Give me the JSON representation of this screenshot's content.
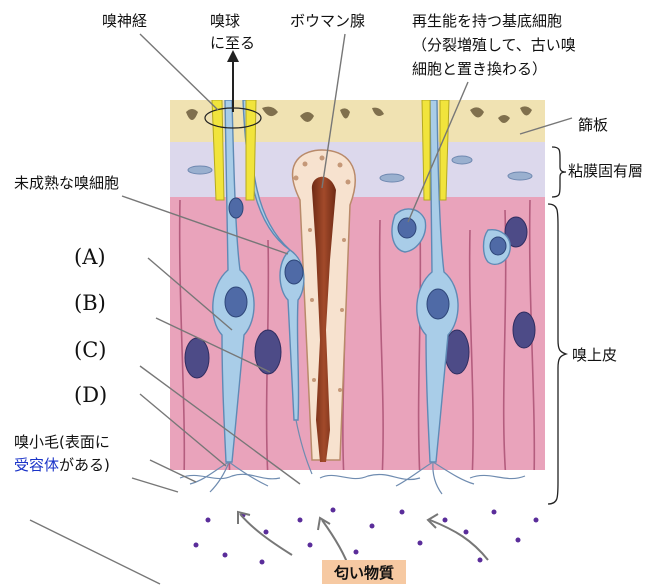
{
  "labels": {
    "olfactory_nerve": "嗅神経",
    "to_bulb_line1": "嗅球",
    "to_bulb_line2": "に至る",
    "bowman_gland": "ボウマン腺",
    "basal_line1": "再生能を持つ基底細胞",
    "basal_line2": "（分裂増殖して、古い嗅",
    "basal_line3": "細胞と置き換わる）",
    "cribriform_plate": "篩板",
    "lamina_propria": "粘膜固有層",
    "immature_cell": "未成熟な嗅細胞",
    "epithelium": "嗅上皮",
    "marker_a": "(A)",
    "marker_b": "(B)",
    "marker_c": "(C)",
    "marker_d": "(D)",
    "cilia_line1": "嗅小毛(表面に",
    "cilia_receptor": "受容体",
    "cilia_line2_rest": "がある)",
    "odor_substance": "匂い物質"
  },
  "colors": {
    "bone": "#f0e2b2",
    "lamina": "#dcd8ec",
    "epithelium_cell": "#e9a3bb",
    "cell_border": "#b45d7e",
    "neuron": "#a9cde8",
    "nucleus": "#4f6aa6",
    "support_nucleus": "#4d4b87",
    "axon_yellow": "#f1e43c",
    "gland_duct": "#8c3b22",
    "odor_dot": "#5a2d9a",
    "odor_badge": "#f6c9a2",
    "receptor_text": "#1a33c8"
  }
}
